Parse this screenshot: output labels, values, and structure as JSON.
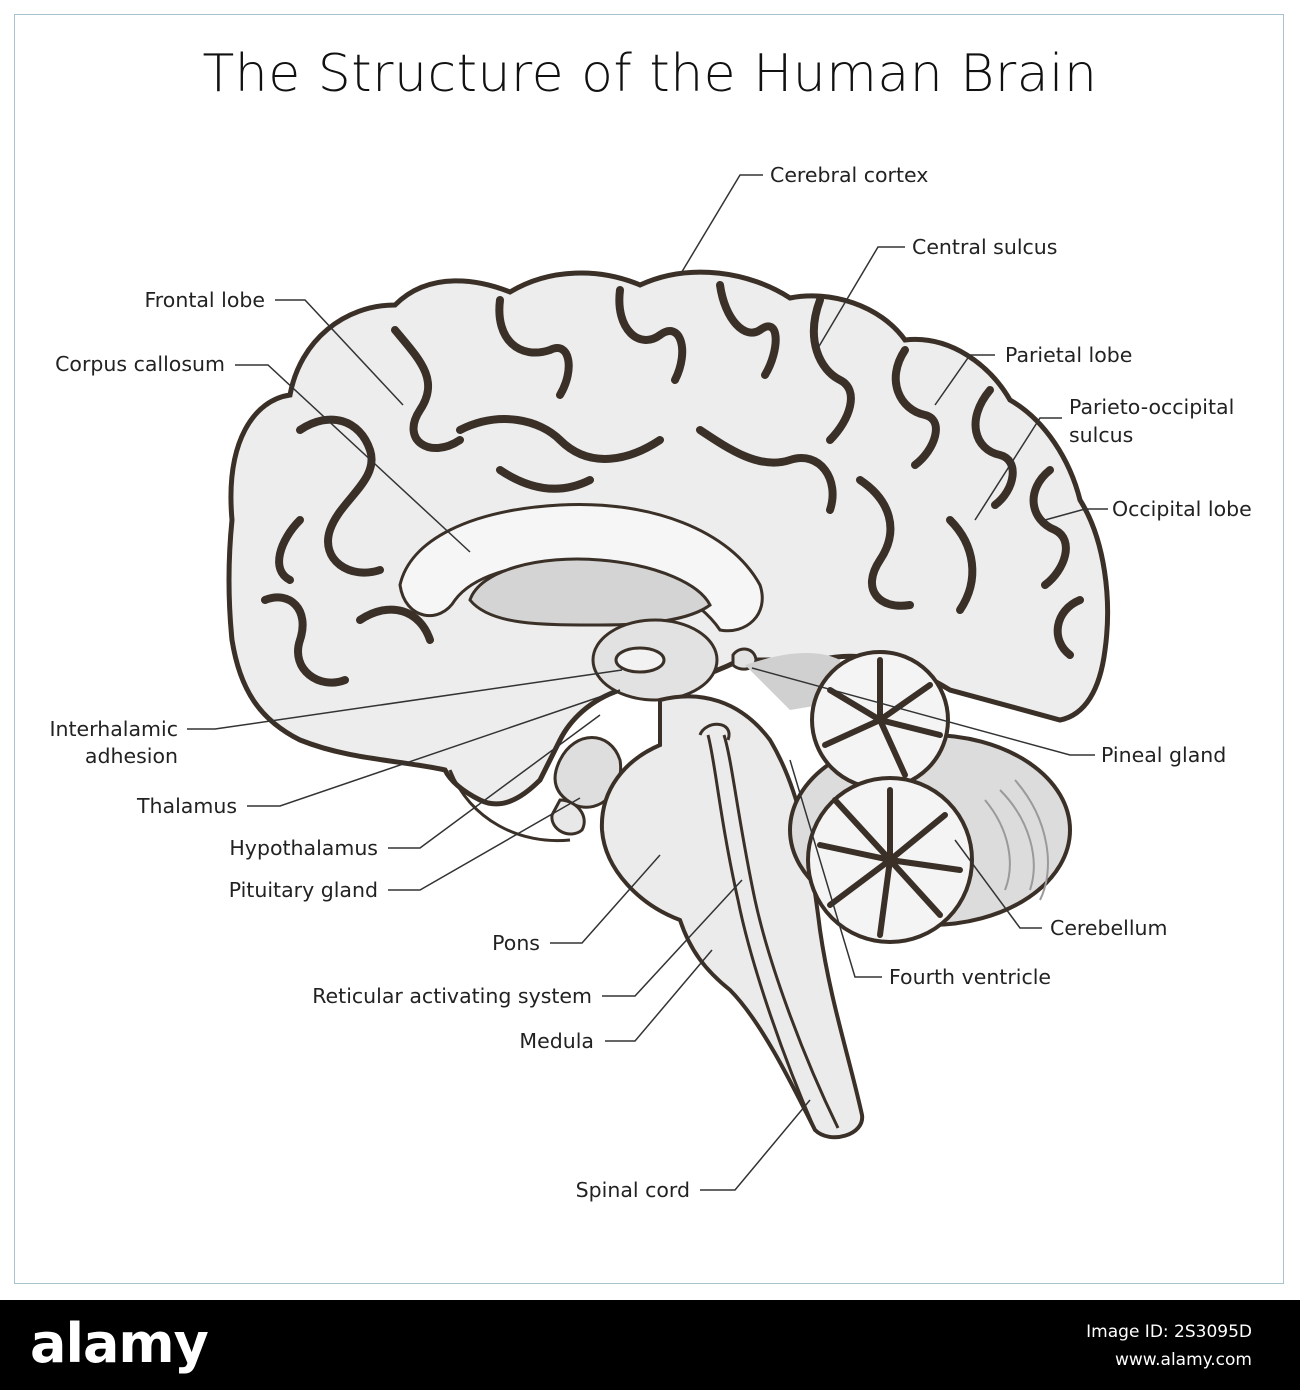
{
  "title": "The Structure of the Human Brain",
  "colors": {
    "outline": "#3a3027",
    "fill": "#ededed",
    "shade": "#cfcfcf",
    "frame": "#a9c3cc"
  },
  "labels": {
    "cerebral_cortex": "Cerebral cortex",
    "central_sulcus": "Central sulcus",
    "frontal_lobe": "Frontal lobe",
    "parietal_lobe": "Parietal lobe",
    "corpus_callosum": "Corpus callosum",
    "parieto_occipital_1": "Parieto-occipital",
    "parieto_occipital_2": "sulcus",
    "occipital_lobe": "Occipital lobe",
    "interhalamic_1": "Interhalamic",
    "interhalamic_2": "adhesion",
    "pineal_gland": "Pineal gland",
    "thalamus": "Thalamus",
    "hypothalamus": "Hypothalamus",
    "pituitary_gland": "Pituitary gland",
    "cerebellum": "Cerebellum",
    "pons": "Pons",
    "fourth_ventricle": "Fourth ventricle",
    "reticular": "Reticular activating system",
    "medula": "Medula",
    "spinal_cord": "Spinal cord"
  },
  "footer": {
    "logo": "alamy",
    "image_id": "Image ID: 2S3095D",
    "site": "www.alamy.com"
  }
}
